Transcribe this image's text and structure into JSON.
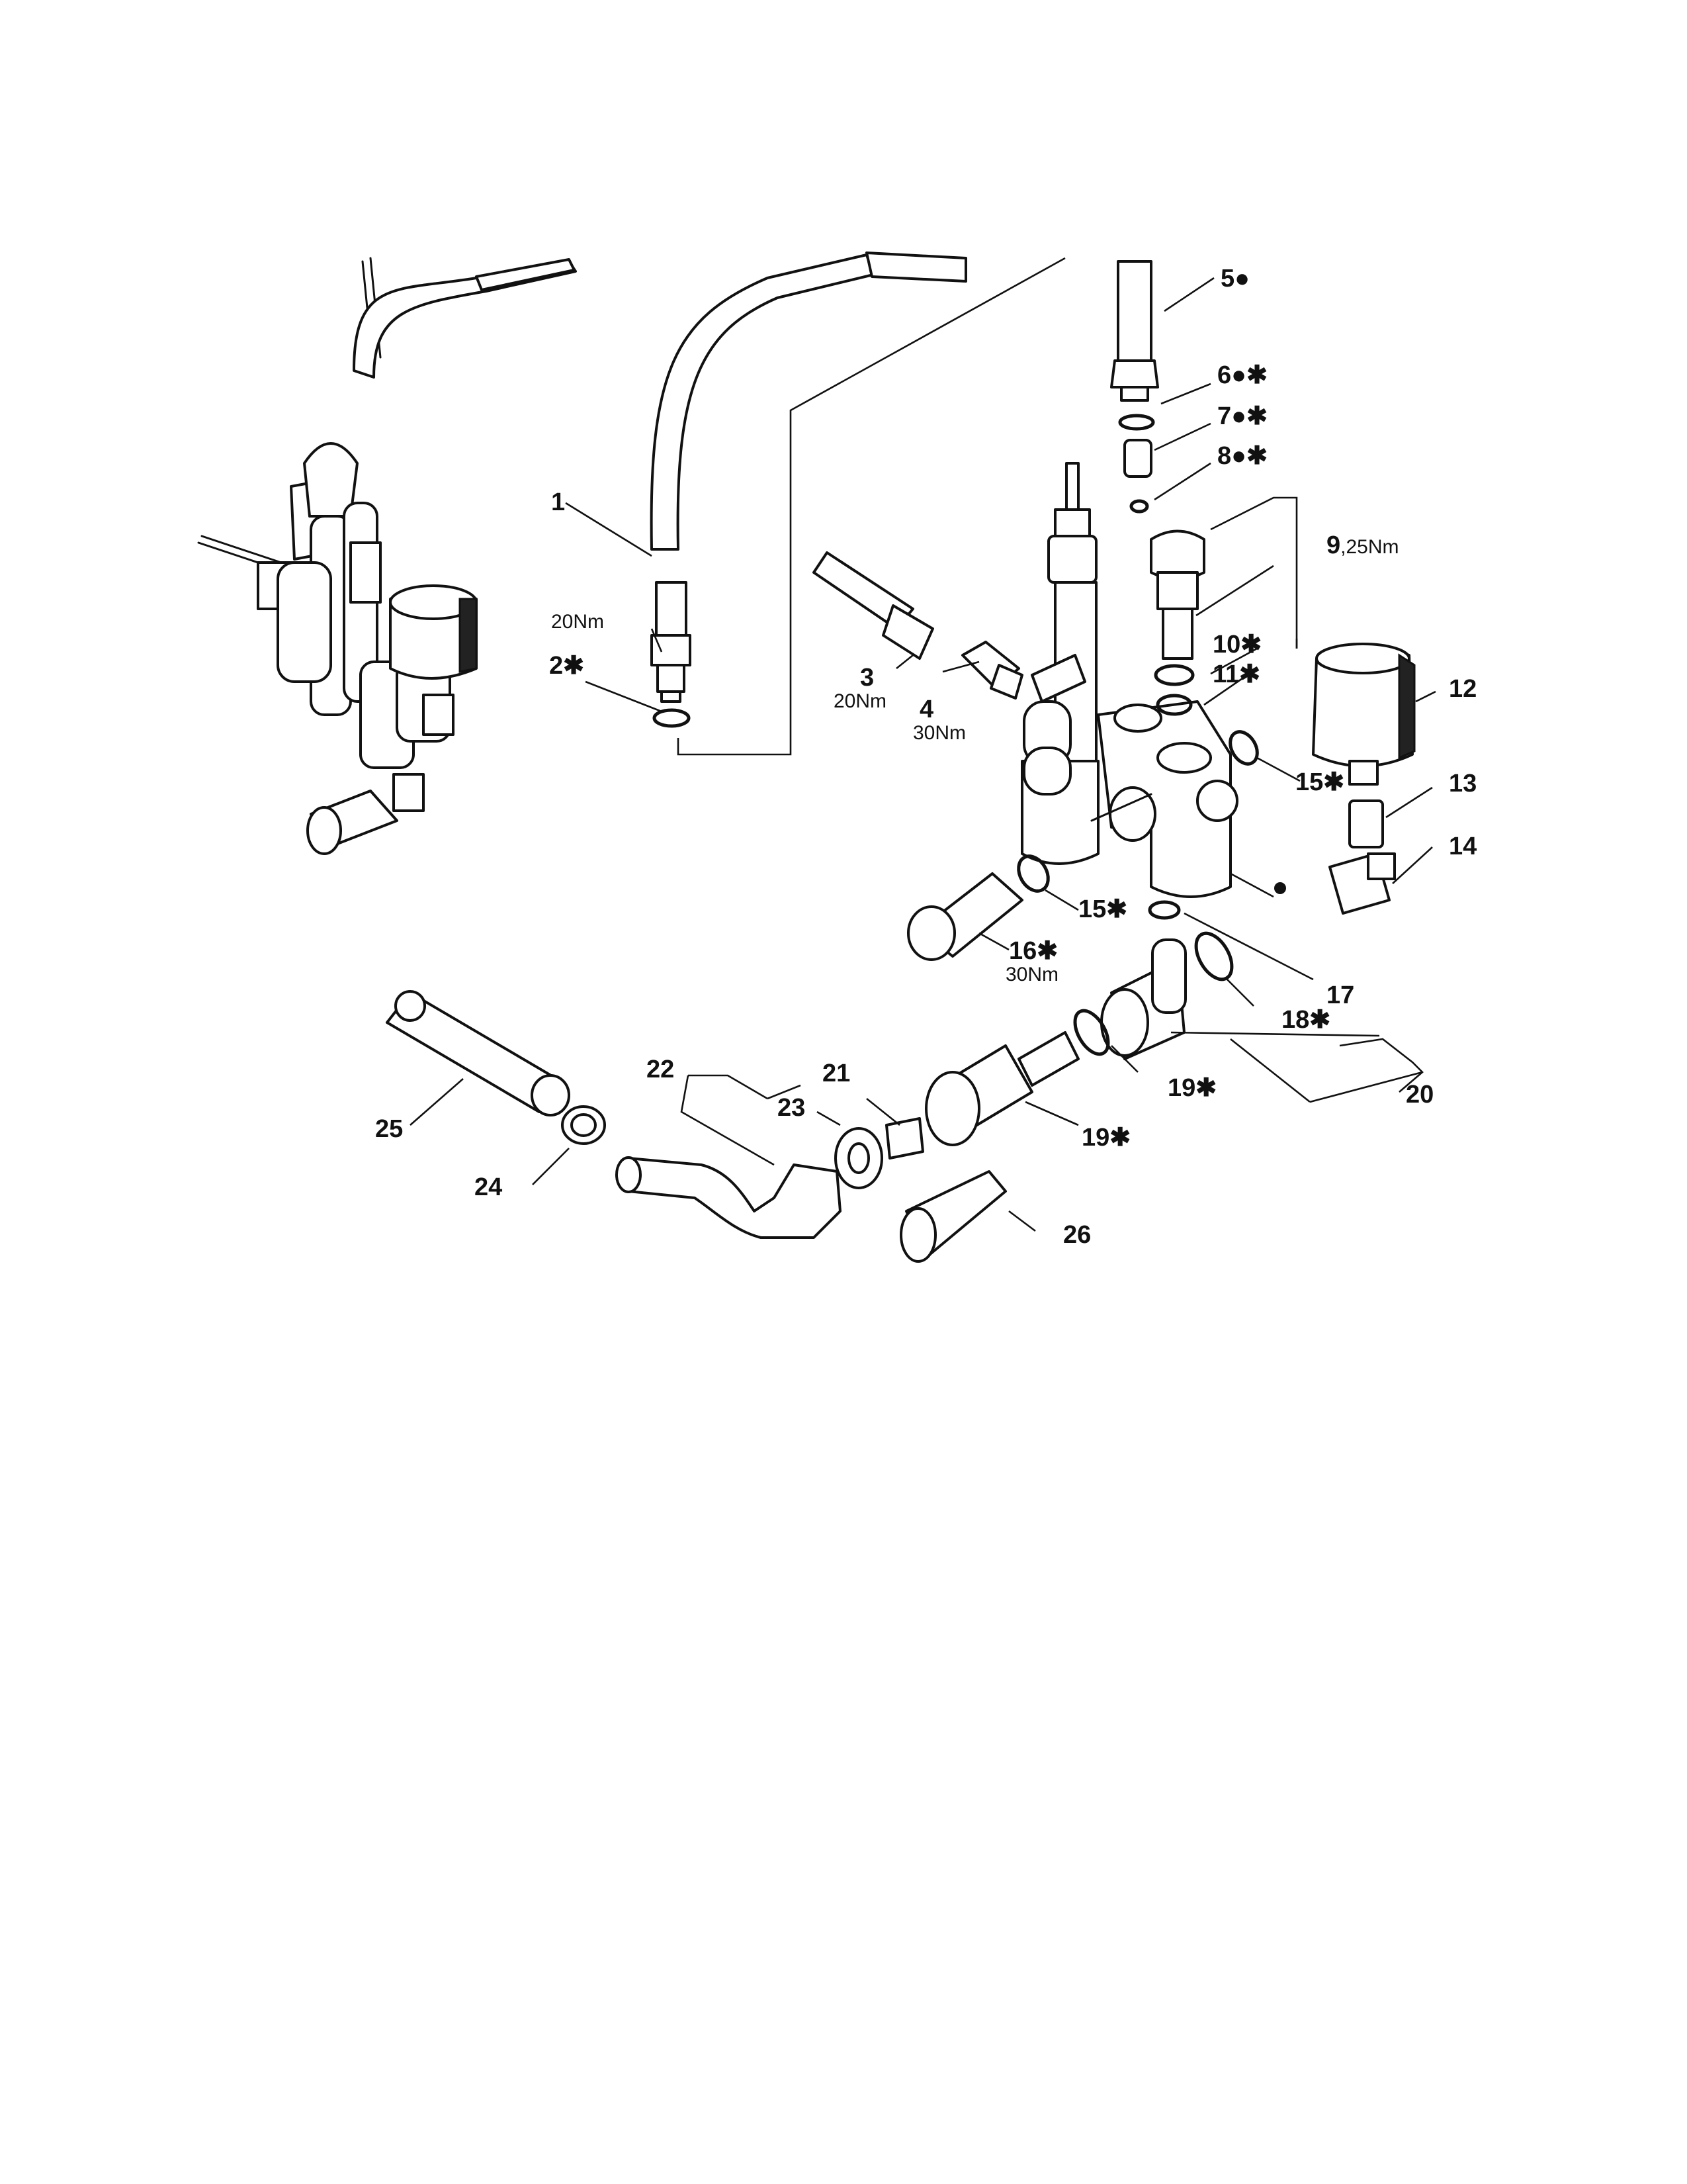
{
  "callouts": [
    {
      "id": "1",
      "text": "1"
    },
    {
      "id": "2",
      "text": "2✱"
    },
    {
      "id": "3",
      "text": "3"
    },
    {
      "id": "4",
      "text": "4"
    },
    {
      "id": "5",
      "text": "5●"
    },
    {
      "id": "6",
      "text": "6●✱"
    },
    {
      "id": "7",
      "text": "7●✱"
    },
    {
      "id": "8",
      "text": "8●✱"
    },
    {
      "id": "9",
      "text": "9",
      "suffix": ",25Nm"
    },
    {
      "id": "10",
      "text": "10✱"
    },
    {
      "id": "11",
      "text": "11✱"
    },
    {
      "id": "12",
      "text": "12"
    },
    {
      "id": "13",
      "text": "13"
    },
    {
      "id": "14",
      "text": "14"
    },
    {
      "id": "15a",
      "text": "15✱"
    },
    {
      "id": "15b",
      "text": "15✱"
    },
    {
      "id": "16",
      "text": "16✱"
    },
    {
      "id": "17",
      "text": "17"
    },
    {
      "id": "18",
      "text": "18✱"
    },
    {
      "id": "19a",
      "text": "19✱"
    },
    {
      "id": "19b",
      "text": "19✱"
    },
    {
      "id": "20",
      "text": "20"
    },
    {
      "id": "21",
      "text": "21"
    },
    {
      "id": "22",
      "text": "22"
    },
    {
      "id": "23",
      "text": "23"
    },
    {
      "id": "24",
      "text": "24"
    },
    {
      "id": "25",
      "text": "25"
    },
    {
      "id": "26",
      "text": "26"
    }
  ],
  "torques": {
    "t1": "20Nm",
    "t3": "20Nm",
    "t4": "30Nm",
    "t16": "30Nm"
  },
  "marker": "●"
}
